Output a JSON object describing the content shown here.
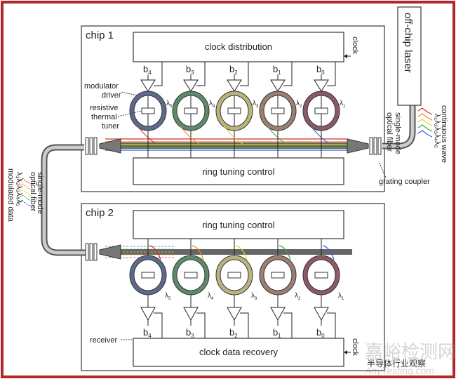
{
  "frame_color": "#b3262b",
  "chip1": {
    "title": "chip 1",
    "clock_distribution": "clock distribution",
    "clock_input": "clock",
    "ring_tuning_control": "ring tuning control",
    "modulator_driver": [
      "modulator",
      "driver"
    ],
    "thermal_tuner": [
      "resistive",
      "thermal",
      "tuner"
    ],
    "bits": [
      {
        "b": "b",
        "s": "4"
      },
      {
        "b": "b",
        "s": "3"
      },
      {
        "b": "b",
        "s": "2"
      },
      {
        "b": "b",
        "s": "1"
      },
      {
        "b": "b",
        "s": "0"
      }
    ],
    "wavelengths": [
      {
        "b": "λ",
        "s": "5"
      },
      {
        "b": "λ",
        "s": "4"
      },
      {
        "b": "λ",
        "s": "3"
      },
      {
        "b": "λ",
        "s": "2"
      },
      {
        "b": "λ",
        "s": "1"
      }
    ]
  },
  "chip2": {
    "title": "chip 2",
    "ring_tuning_control": "ring tuning control",
    "clock_data_recovery": "clock data recovery",
    "clock_input": "clock",
    "receiver": "receiver",
    "bits": [
      {
        "b": "b",
        "s": "4"
      },
      {
        "b": "b",
        "s": "3"
      },
      {
        "b": "b",
        "s": "2"
      },
      {
        "b": "b",
        "s": "1"
      },
      {
        "b": "b",
        "s": "0"
      }
    ],
    "wavelengths": [
      {
        "b": "λ",
        "s": "5"
      },
      {
        "b": "λ",
        "s": "4"
      },
      {
        "b": "λ",
        "s": "3"
      },
      {
        "b": "λ",
        "s": "2"
      },
      {
        "b": "λ",
        "s": "1"
      }
    ]
  },
  "laser": {
    "label": "off-chip laser",
    "fiber": [
      "single-mode",
      "optical fiber"
    ],
    "spectrum_label": [
      "continuous wave",
      "λ₁λ₂λ₃λ₄λ₅"
    ]
  },
  "grating_coupler": "grating coupler",
  "link": {
    "spectrum_label": [
      "modulated data",
      "λ₁λ₂λ₃λ₄λ₅"
    ],
    "fiber": [
      "single-mode",
      "optical fiber"
    ]
  },
  "ring_colors": [
    "#5d6a8c",
    "#5e8a6c",
    "#b8b47e",
    "#9b7f70",
    "#8c5a64"
  ],
  "light_colors": [
    "#3b5bd6",
    "#3aa64a",
    "#e3d22a",
    "#f08a2a",
    "#d83030"
  ],
  "watermark": {
    "cn": "嘉峪检测网",
    "source": "半导体行业观察",
    "url": "AnyTesting.com"
  }
}
